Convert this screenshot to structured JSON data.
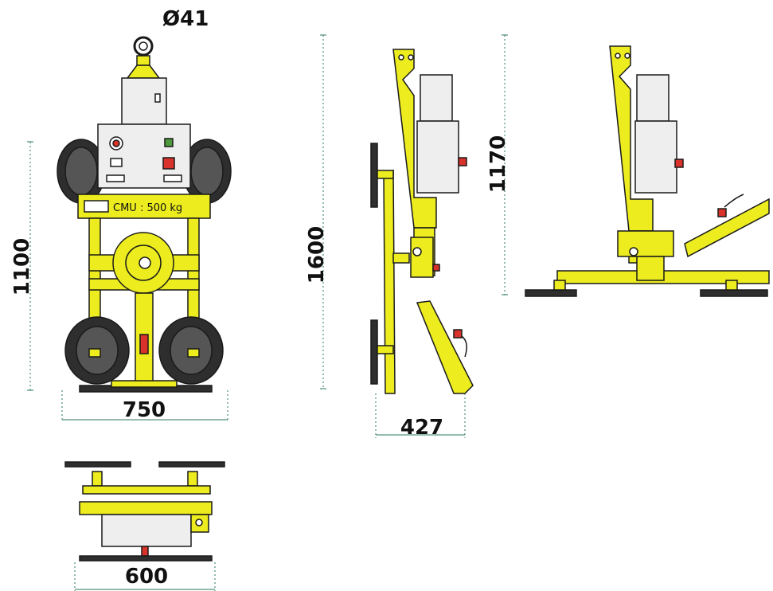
{
  "dimensions": {
    "hook_diameter": "Ø41",
    "front_height": "1100",
    "front_width": "750",
    "side_height": "1600",
    "side_depth": "427",
    "tilted_height": "1170",
    "top_width": "600"
  },
  "plate_label": "CMU : 500 kg",
  "colors": {
    "frame": "#ecec1e",
    "outline": "#1a1a1a",
    "pad": "#2e2e2e",
    "housing": "#eeeeee",
    "dimension_line": "#2a7a5e",
    "handle": "#d8322a"
  }
}
